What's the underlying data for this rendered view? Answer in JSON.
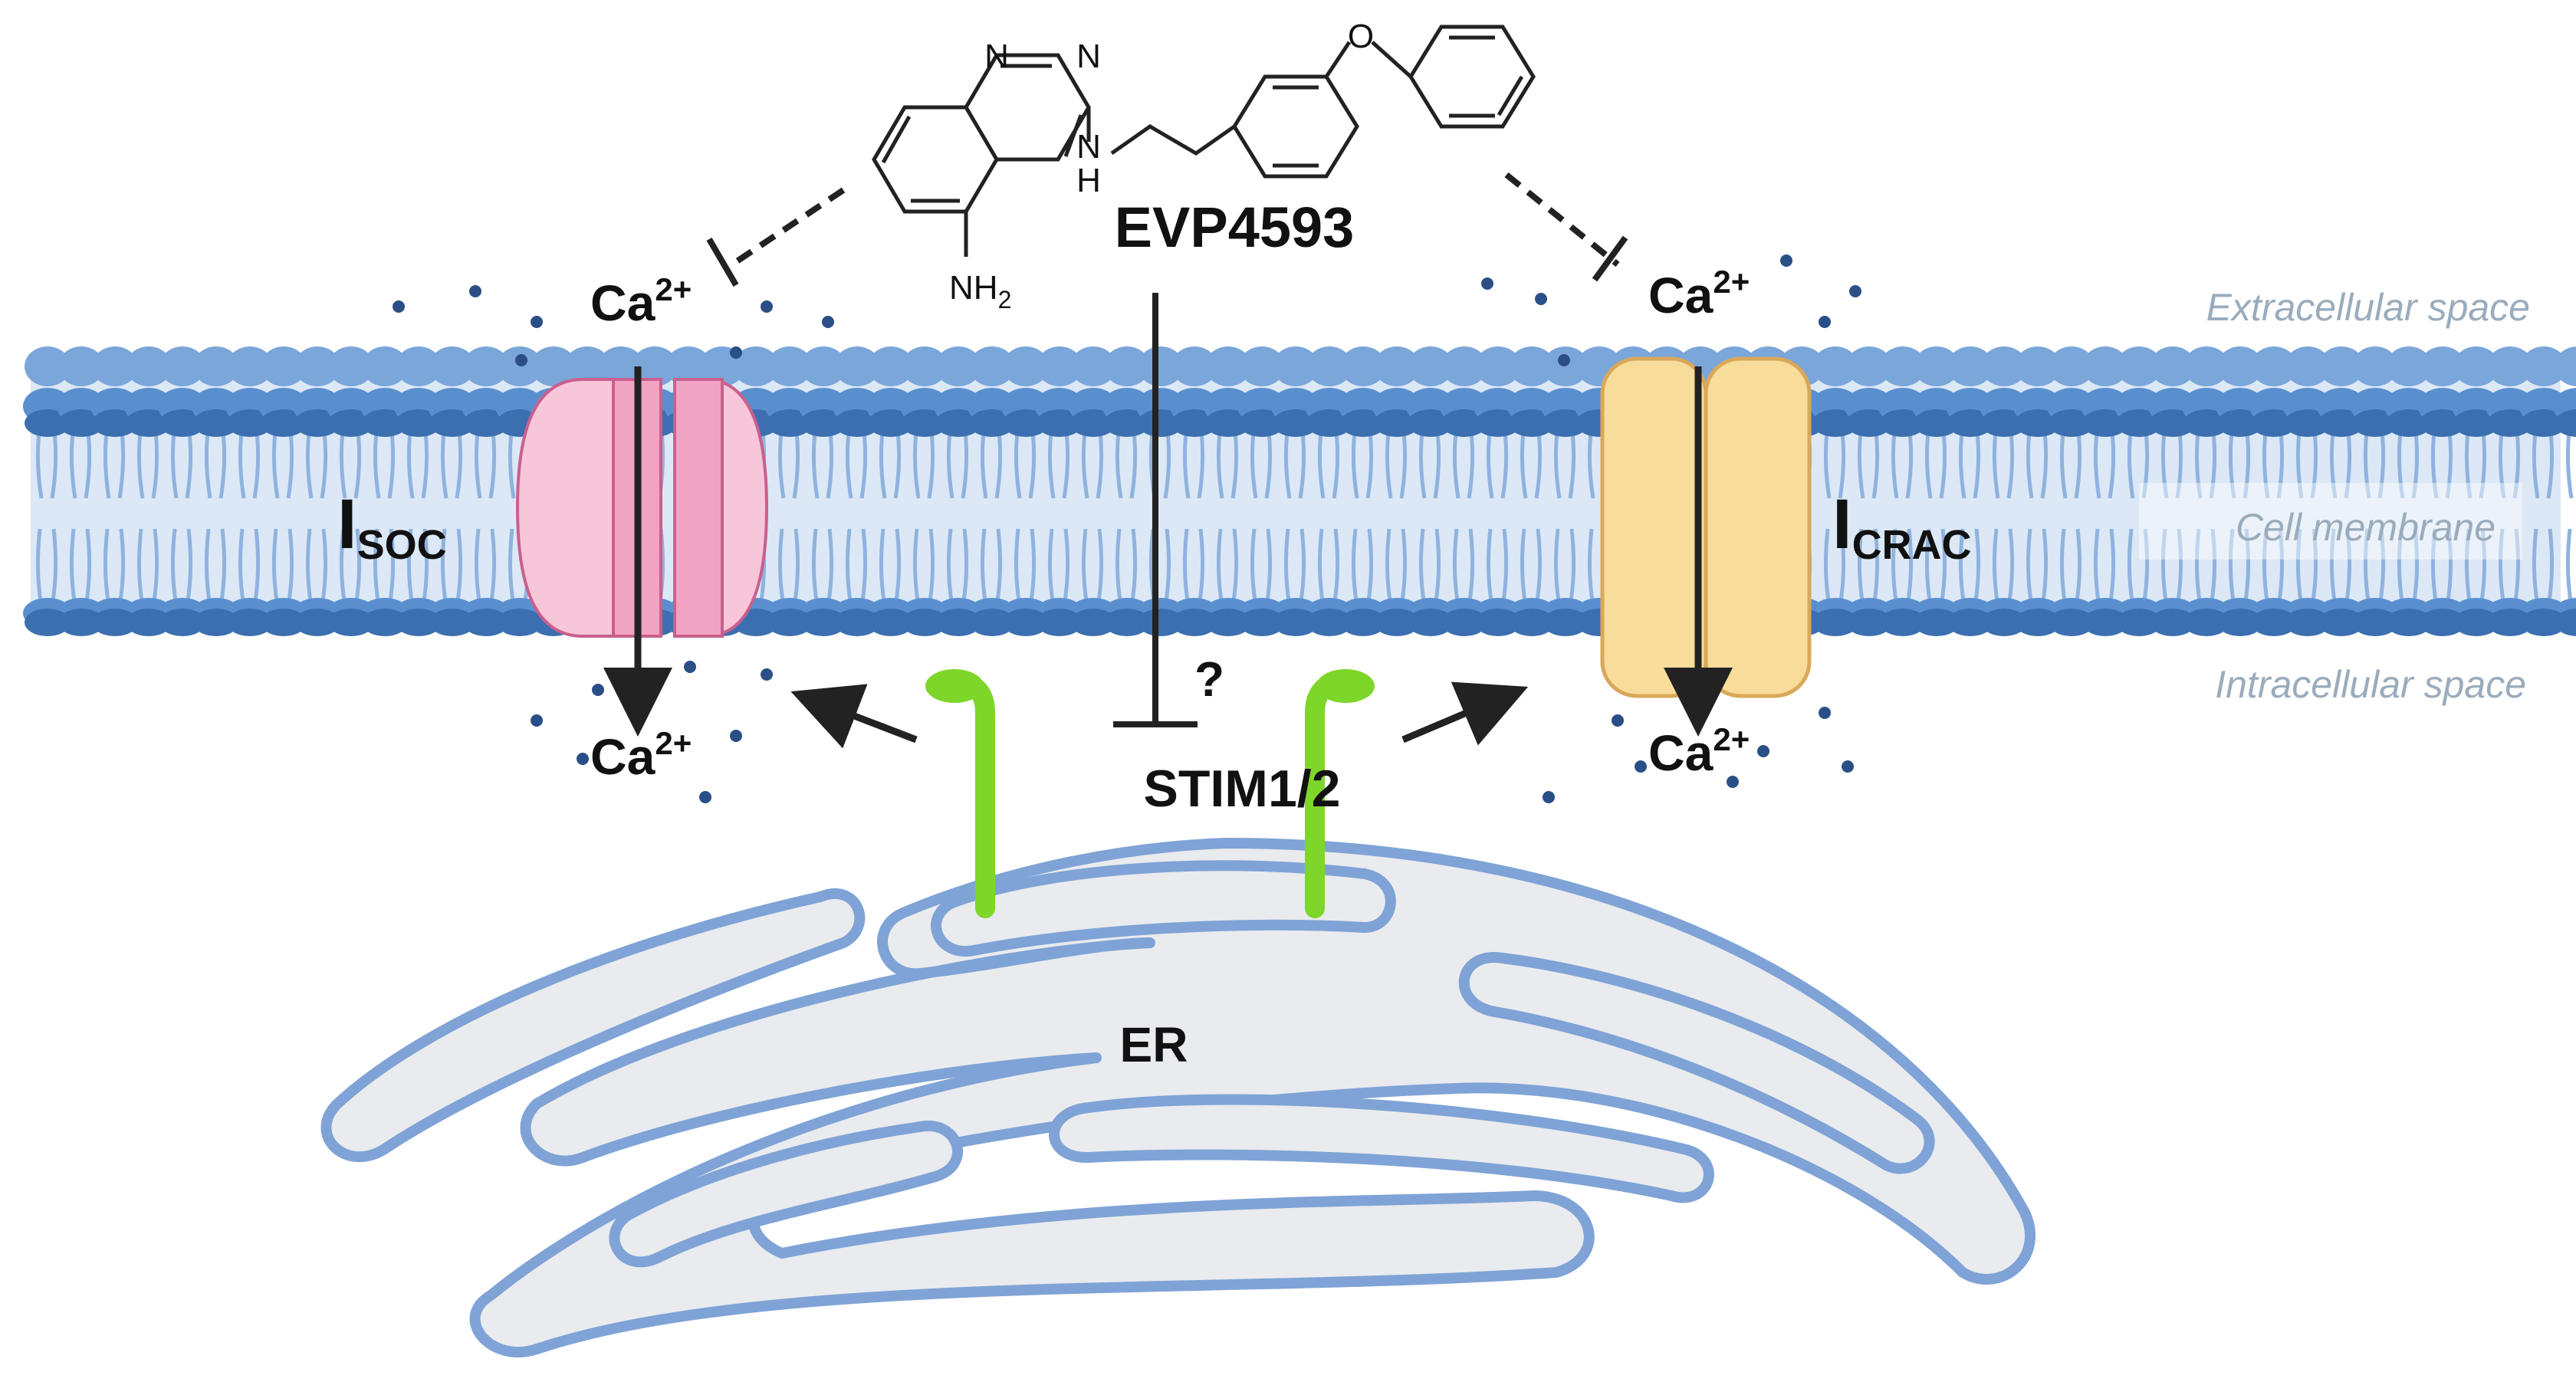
{
  "drug": {
    "name": "EVP4593"
  },
  "molecule": {
    "atom_n": "N",
    "atom_h": "H",
    "atom_o": "O",
    "atom_nh": "NH",
    "atom_nh_sub": "2"
  },
  "ion": {
    "base": "Ca",
    "charge": "2+"
  },
  "currents": {
    "soc": {
      "main": "I",
      "sub": "SOC"
    },
    "crac": {
      "main": "I",
      "sub": "CRAC"
    }
  },
  "stim": {
    "label": "STIM1/2",
    "question": "?"
  },
  "er": {
    "label": "ER"
  },
  "regions": {
    "extracellular": "Extracellular space",
    "membrane": "Cell membrane",
    "intracellular": "Intracellular space"
  },
  "colors": {
    "membrane_dark": "#3b6fb0",
    "membrane_mid": "#5a8fcf",
    "membrane_fill": "#d9e7f5",
    "soc_channel": "#f7c6d9",
    "crac_channel": "#f8dc9a",
    "stim": "#7fd62a",
    "er_fill": "#e9ebee",
    "er_stroke": "#7fa3d6"
  },
  "icons": {
    "soc_channel": "soc-channel-icon",
    "crac_channel": "crac-channel-icon",
    "stim_protein": "stim-protein-icon",
    "er_organelle": "er-icon"
  }
}
